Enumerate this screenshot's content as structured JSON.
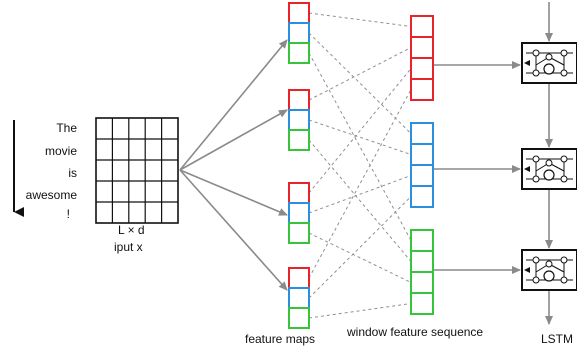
{
  "input": {
    "words": [
      "The",
      "movie",
      "is",
      "awesome",
      "!"
    ],
    "matrix_label": "L × d",
    "caption": "iput x"
  },
  "labels": {
    "feature_maps": "feature maps",
    "window_sequence": "window feature sequence",
    "lstm": "LSTM"
  },
  "colors": {
    "red": "#e8232a",
    "blue": "#2b8fe0",
    "green": "#35c43a",
    "arrow": "#8a8a8a",
    "dashed": "#8f8f8f"
  }
}
